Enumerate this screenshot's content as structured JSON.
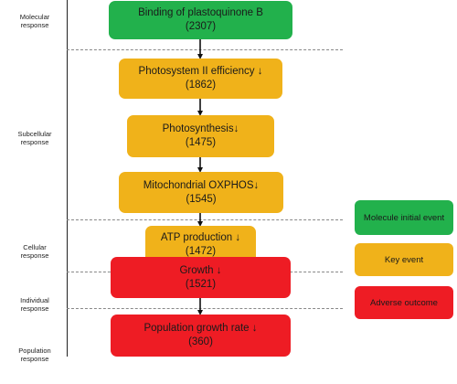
{
  "levels": {
    "molecular": "Molecular response",
    "subcellular": "Subcellular response",
    "cellular": "Cellular response",
    "individual": "Individual response",
    "population": "Population response"
  },
  "events": [
    {
      "title": "Binding of plastoquinone B",
      "id": "(2307)",
      "type": "molecule-initial-event"
    },
    {
      "title": "Photosystem II efficiency ↓",
      "id": "(1862)",
      "type": "key-event"
    },
    {
      "title": "Photosynthesis↓",
      "id": "(1475)",
      "type": "key-event"
    },
    {
      "title": "Mitochondrial OXPHOS↓",
      "id": "(1545)",
      "type": "key-event"
    },
    {
      "title": "ATP production ↓",
      "id": "(1472)",
      "type": "key-event"
    },
    {
      "title": "Growth ↓",
      "id": "(1521)",
      "type": "adverse-outcome"
    },
    {
      "title": "Population growth rate ↓",
      "id": "(360)",
      "type": "adverse-outcome"
    }
  ],
  "legend": {
    "mie": "Molecule initial event",
    "ke": "Key event",
    "ao": "Adverse outcome"
  },
  "colors": {
    "molecule_initial_event": "#22b14c",
    "key_event": "#f0b21a",
    "adverse_outcome": "#ee1c24"
  }
}
